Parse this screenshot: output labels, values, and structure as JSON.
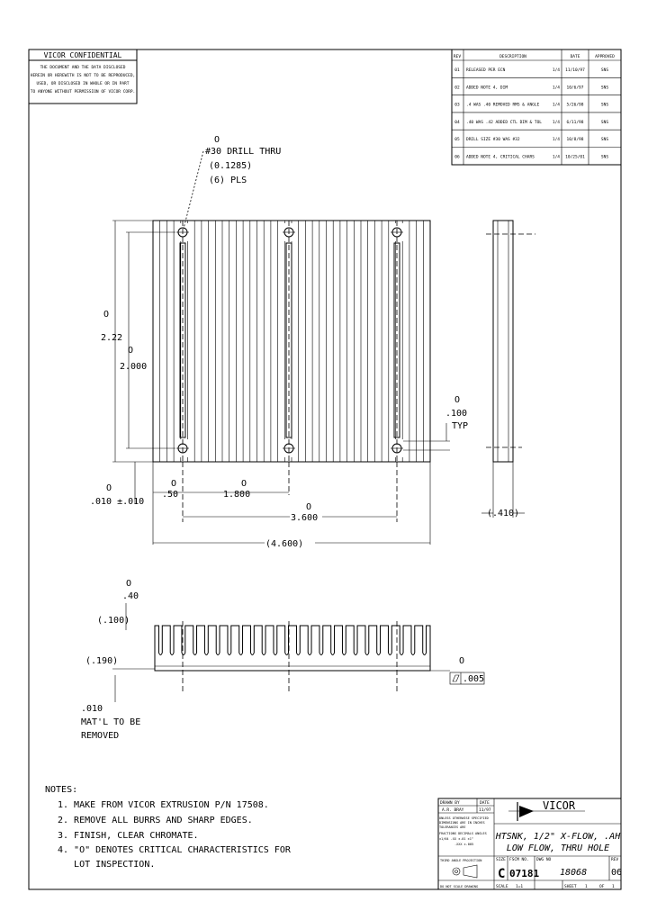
{
  "confidential": {
    "title": "VICOR   CONFIDENTIAL",
    "lines": [
      "THE DOCUMENT AND THE DATA DISCLOSED",
      "HEREIN OR HEREWITH IS NOT TO BE REPRODUCED,",
      "USED, OR DISCLOSED IN WHOLE OR IN PART",
      "TO ANYONE WITHOUT PERMISSION OF VICOR CORP."
    ]
  },
  "revisions": {
    "headers": [
      "REV",
      "DESCRIPTION",
      "DATE",
      "APPROVED"
    ],
    "rows": [
      {
        "rev": "01",
        "desc": "RELEASED PER ECN",
        "ecn": "1/4",
        "date": "11/10/97",
        "appr": "SNS"
      },
      {
        "rev": "02",
        "desc": "ADDED NOTE 4, DIM",
        "ecn": "1/4",
        "date": "10/6/97",
        "appr": "SNS"
      },
      {
        "rev": "03",
        "desc": ".4 WAS .40 REMOVED RMS & ANGLE",
        "ecn": "1/4",
        "date": "5/26/98",
        "appr": "SNS"
      },
      {
        "rev": "04",
        "desc": ".40 WAS .42 ADDED CTL DIM & TOL",
        "ecn": "1/4",
        "date": "6/11/98",
        "appr": "SNS"
      },
      {
        "rev": "05",
        "desc": "DRILL SIZE #30 WAS #32",
        "ecn": "1/4",
        "date": "10/8/98",
        "appr": "SNS"
      },
      {
        "rev": "06",
        "desc": "ADDED NOTE 4, CRITICAL CHARS",
        "ecn": "1/4",
        "date": "10/25/01",
        "appr": "SNS"
      }
    ]
  },
  "dimensions": {
    "crit": "O",
    "drill": "#30 DRILL THRU",
    "drill_dia": "(0.1285)",
    "drill_qty": "(6) PLS",
    "height_overall": "2.22",
    "height_holes": "2.000",
    "edge_offset": ".010 ±.010",
    "hole_edge": ".50",
    "hole_spacing": "1.800",
    "hole_span": "3.600",
    "overall_width": "(4.600)",
    "side_thick": "(.410)",
    "slot": ".100",
    "slot_typ": "TYP",
    "fin_pitch": ".40",
    "fin_gap": "(.100)",
    "base": "(.190)",
    "matl": ".010",
    "matl_note1": "MAT'L TO BE",
    "matl_note2": "REMOVED",
    "flatness": ".005"
  },
  "notes": {
    "title": "NOTES:",
    "items": [
      "1. MAKE FROM VICOR EXTRUSION P/N 17508.",
      "2. REMOVE ALL BURRS AND SHARP EDGES.",
      "3. FINISH, CLEAR CHROMATE.",
      "4. \"O\" DENOTES CRITICAL CHARACTERISTICS FOR",
      "   LOT INSPECTION."
    ]
  },
  "title_block": {
    "drawn_by_label": "DRAWN BY",
    "date_label": "DATE",
    "drawn_by": "A.R. BRAY",
    "date": "11/97",
    "tol1": "UNLESS OTHERWISE SPECIFIED",
    "tol2": "DIMENSIONS ARE IN INCHES",
    "tol3": "TOLERANCES ARE",
    "tol4": "FRACTIONS  DECIMALS  ANGLES",
    "tol5": "±1/64   .XX ±.01   ±1°",
    "tol6": ".XXX ±.005",
    "projection": "THIRD ANGLE PROJECTION",
    "noscale": "DO NOT SCALE DRAWING",
    "company": "VICOR",
    "title1": "HTSNK, 1/2\" X-FLOW, .AH",
    "title2": "LOW FLOW, THRU HOLE",
    "size_label": "SIZE",
    "size": "C",
    "fscm_label": "FSCM NO.",
    "fscm": "07181",
    "dwg_label": "DWG NO",
    "dwg": "18068",
    "rev_label": "REV",
    "rev": "06",
    "scale_label": "SCALE",
    "scale": "1=1",
    "sheet_label": "SHEET",
    "sheet": "1",
    "of_label": "OF",
    "of": "1"
  }
}
